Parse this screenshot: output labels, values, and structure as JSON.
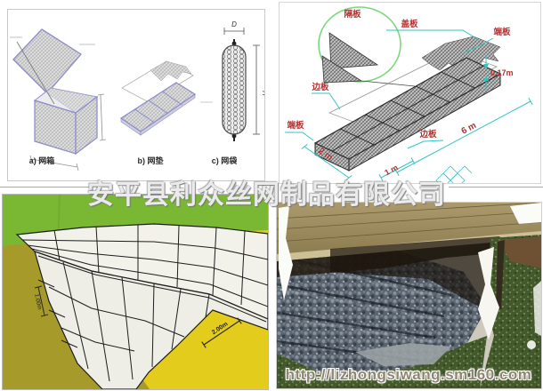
{
  "watermark": {
    "company": "安平县利众丝网制品有限公司",
    "url": "http://lizhongsiwang.sm160.com"
  },
  "types_panel": {
    "captions": {
      "a": "a) 网箱",
      "b": "b) 网垫",
      "c": "c) 网袋"
    },
    "sack_dims": {
      "diameter": "D",
      "height": "H"
    }
  },
  "mattress_panel": {
    "labels": {
      "partition": "隔板",
      "cover": "盖板",
      "end_top": "端板",
      "side_left": "边板",
      "end_left": "端板",
      "side_bottom": "边板"
    },
    "dims": {
      "thickness": "0.17m",
      "width": "2 m",
      "cell": "1 m",
      "length": "6 m"
    },
    "colors": {
      "label_red": "#b43030",
      "line_cyan": "#35c4c4",
      "circle_green": "#7cd87c",
      "mesh_gray": "#c8c8c8"
    }
  },
  "slope_panel": {
    "dims": {
      "depth": "1.00m",
      "width": "2.00m"
    },
    "colors": {
      "grass_green": "#7ab733",
      "slope_olive": "#a69a2b",
      "ground_yellow": "#e3cc1c"
    }
  }
}
